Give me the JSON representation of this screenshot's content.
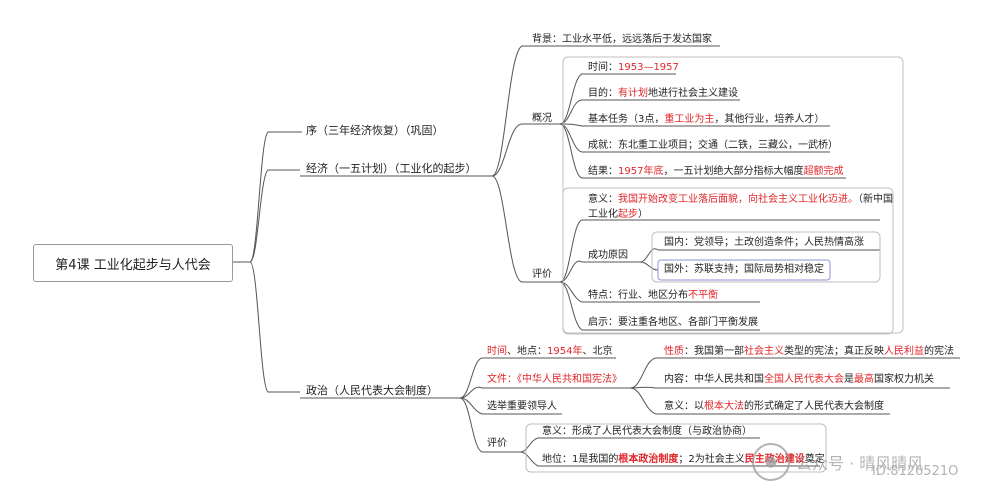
{
  "root": "第4课  工业化起步与人代会",
  "branch1": "序（三年经济恢复）（巩固）",
  "branch2": "经济（一五计划）（工业化的起步）",
  "branch3": "政治（人民代表大会制度）",
  "bg": "背景：工业水平低，远远落后于发达国家",
  "overview": "概况",
  "time_label": "时间：",
  "time_value": "1953—1957",
  "goal_label": "目的：",
  "goal_red": "有计划",
  "goal_rest": "地进行社会主义建设",
  "task_a": "基本任务（3点，",
  "task_red": "重工业为主",
  "task_b": "，其他行业，培养人才）",
  "achieve": "成就：东北重工业项目；交通（二铁，三藏公，一武桥）",
  "result_a": "结果：",
  "result_red1": "1957年底",
  "result_b": "，一五计划绝大部分指标大幅度",
  "result_red2": "超额完成",
  "eval": "评价",
  "meaning_a": "意义：",
  "meaning_red": "我国开始改变工业落后面貌，向社会主义工业化迈进。",
  "meaning_b": "（新中国",
  "meaning_c": "工业化",
  "meaning_red2": "起步",
  "meaning_d": "）",
  "success": "成功原因",
  "domestic": "国内：党领导；土改创造条件；人民热情高涨",
  "foreign": "国外：苏联支持；国际局势相对稳定",
  "feature_a": "特点：行业、地区分布",
  "feature_red": "不平衡",
  "lesson": "启示：要注重各地区、各部门平衡发展",
  "p_time_red": "时间",
  "p_time_b": "、地点：",
  "p_time_red2": "1954年",
  "p_time_c": "、北京",
  "p_doc_red": "文件：《中华人民共和国宪法》",
  "p_elect": "选举重要领导人",
  "p_nature_red": "性质",
  "p_nature_a": "：我国第一部",
  "p_nature_red2": "社会主义",
  "p_nature_b": "类型的宪法；真正反映",
  "p_nature_red3": "人民利益",
  "p_nature_c": "的宪法",
  "p_content_a": "内容：中华人民共和国",
  "p_content_red": "全国人民代表大会",
  "p_content_b": "是",
  "p_content_red2": "最高",
  "p_content_c": "国家权力机关",
  "p_mean_a": "意义：以",
  "p_mean_red": "根本大法",
  "p_mean_b": "的形式确定了人民代表大会制度",
  "p_eval": "评价",
  "p_eval_mean": "意义：形成了人民代表大会制度（与政治协商）",
  "p_status_a": "地位：1是我国的",
  "p_status_red": "根本政治制度",
  "p_status_b": "；2为社会主义",
  "p_status_red2": "民主政治建设",
  "p_status_c": "奠定",
  "wm_text": "公众号 · 晴风晴风",
  "wm_id": "ID:8126521O"
}
